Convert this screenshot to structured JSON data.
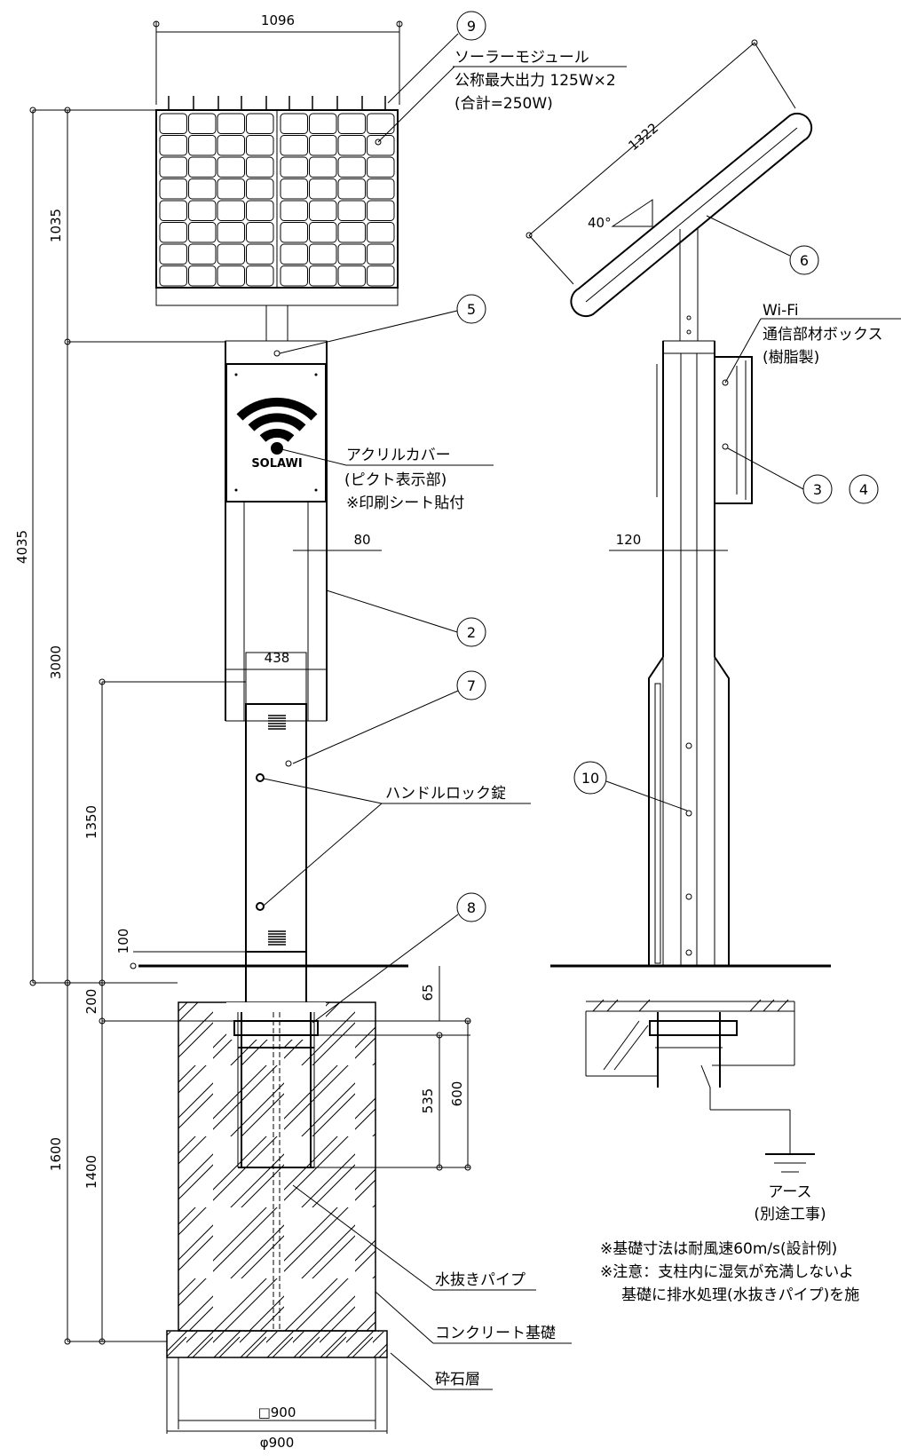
{
  "solar_panel": {
    "title": "ソーラーモジュール",
    "spec_line1": "公称最大出力 125W×2",
    "spec_line2": "(合計=250W)"
  },
  "acrylic_cover": {
    "title": "アクリルカバー",
    "line2": "(ピクト表示部)",
    "line3": "※印刷シート貼付"
  },
  "brand_logo": "SOLAWI",
  "wifi_box": {
    "line1": "Wi-Fi",
    "line2": "通信部材ボックス",
    "line3": "(樹脂製)"
  },
  "handle_lock": "ハンドルロック錠",
  "drain_pipe": "水抜きパイプ",
  "concrete_base": "コンクリート基礎",
  "gravel_layer": "砕石層",
  "earth": {
    "line1": "アース",
    "line2": "(別途工事)"
  },
  "notes": {
    "line1": "※基礎寸法は耐風速60m/s(設計例)",
    "line2": "※注意：支柱内に湿気が充満しないよ",
    "line3": "基礎に排水処理(水抜きパイプ)を施"
  },
  "angle": "40°",
  "callouts": {
    "n2": "2",
    "n3": "3",
    "n4": "4",
    "n5": "5",
    "n6": "6",
    "n7": "7",
    "n8": "8",
    "n9": "9",
    "n10": "10"
  },
  "dimensions": {
    "panel_width": "1096",
    "panel_length": "1322",
    "panel_height": "1035",
    "total_height": "4035",
    "pole_height": "3000",
    "box_height": "1350",
    "box_bottom": "100",
    "front_width": "80",
    "side_width": "120",
    "pole_width": "438",
    "embed": "200",
    "plate": "65",
    "bolt_inner": "535",
    "bolt_outer": "600",
    "found_depth": "1600",
    "found_inner": "1400",
    "square": "□900",
    "diameter": "φ900"
  }
}
